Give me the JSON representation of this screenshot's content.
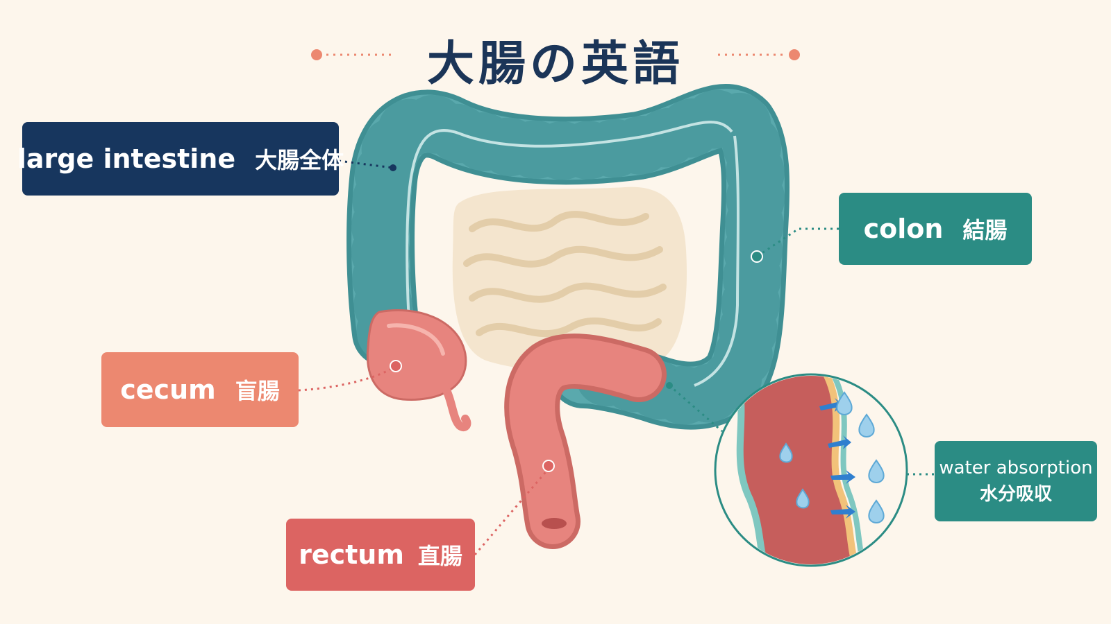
{
  "title": "大腸の英語",
  "labels": {
    "large_intestine": {
      "en": "large intestine",
      "jp": "大腸全体"
    },
    "colon": {
      "en": "colon",
      "jp": "結腸"
    },
    "cecum": {
      "en": "cecum",
      "jp": "盲腸"
    },
    "rectum": {
      "en": "rectum",
      "jp": "直腸"
    },
    "water_absorption": {
      "en": "water absorption",
      "jp": "水分吸収"
    }
  },
  "colors": {
    "background": "#fdf6ec",
    "title": "#1b3558",
    "navy": "#17365e",
    "teal": "#2b8c84",
    "coral": "#ec8870",
    "red": "#dc6462",
    "colon_fill": "#4e9ea2",
    "small_intestine": "#f3e3cb"
  }
}
